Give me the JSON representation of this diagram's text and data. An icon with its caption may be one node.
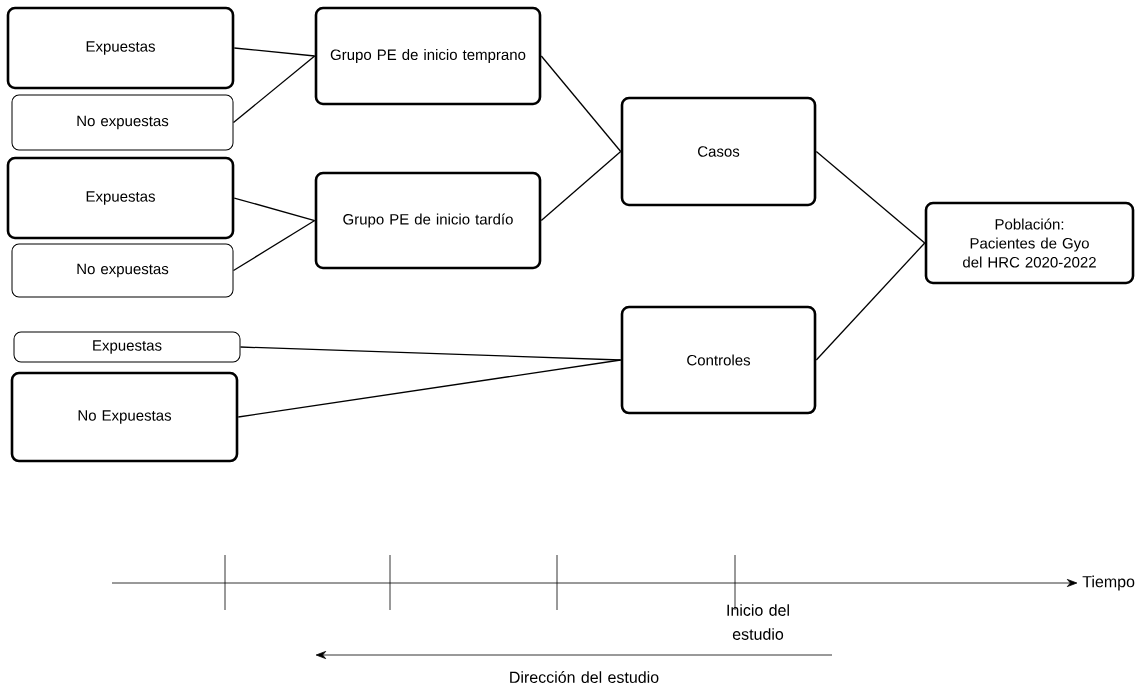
{
  "diagram": {
    "nodes": [
      {
        "text": [
          "Expuestas"
        ]
      },
      {
        "text": [
          "No expuestas"
        ]
      },
      {
        "text": [
          "Grupo PE de inicio temprano"
        ]
      },
      {
        "text": [
          "Expuestas"
        ]
      },
      {
        "text": [
          "No expuestas"
        ]
      },
      {
        "text": [
          "Grupo PE de inicio tardío"
        ]
      },
      {
        "text": [
          "Casos"
        ]
      },
      {
        "text": [
          "Población: Pacientes de Gyo del HRC 2020-2022"
        ]
      },
      {
        "text": [
          "Controles"
        ]
      },
      {
        "text": [
          "Expuestas"
        ]
      },
      {
        "text": [
          "No Expuestas"
        ]
      }
    ],
    "edges": [
      {
        "from": 0,
        "to": 2,
        "arrow": "none"
      },
      {
        "from": 1,
        "to": 2,
        "arrow": "none"
      },
      {
        "from": 3,
        "to": 5,
        "arrow": "none"
      },
      {
        "from": 4,
        "to": 5,
        "arrow": "none"
      },
      {
        "from": 2,
        "to": 6,
        "arrow": "none"
      },
      {
        "from": 5,
        "to": 6,
        "arrow": "none"
      },
      {
        "from": 6,
        "to": 7,
        "arrow": "none"
      },
      {
        "from": 8,
        "to": 7,
        "arrow": "none"
      },
      {
        "from": 9,
        "to": 8,
        "arrow": "none"
      },
      {
        "from": 10,
        "to": 8,
        "arrow": "none"
      }
    ],
    "labels": [
      "Tiempo",
      "Inicio del estudio",
      "Dirección del estudio"
    ]
  }
}
